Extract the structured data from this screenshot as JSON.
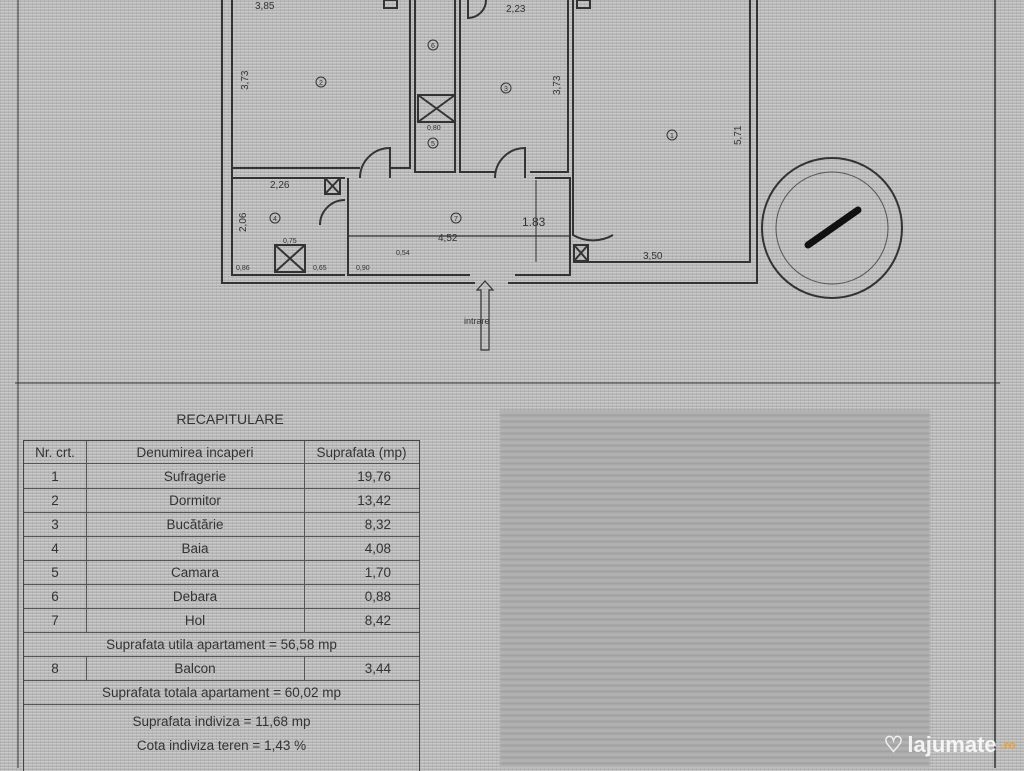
{
  "plan": {
    "dims": {
      "d385": "3,85",
      "d373a": "3,73",
      "d223": "2,23",
      "d373b": "3,73",
      "d571": "5,71",
      "d226": "2,26",
      "d206": "2,06",
      "d452": "4,52",
      "d183": "1.83",
      "d350": "3,50",
      "d080": "0,80",
      "d075": "0,75",
      "d086": "0,86",
      "d065": "0,65",
      "d090": "0,90",
      "d054": "0,54"
    },
    "rooms": [
      "1",
      "2",
      "3",
      "4",
      "5",
      "6",
      "7"
    ],
    "entrance": "intrare"
  },
  "recap": {
    "title": "RECAPITULARE",
    "headers": [
      "Nr. crt.",
      "Denumirea incaperi",
      "Suprafata (mp)"
    ],
    "rows": [
      {
        "nr": "1",
        "name": "Sufragerie",
        "area": "19,76"
      },
      {
        "nr": "2",
        "name": "Dormitor",
        "area": "13,42"
      },
      {
        "nr": "3",
        "name": "Bucătărie",
        "area": "8,32"
      },
      {
        "nr": "4",
        "name": "Baia",
        "area": "4,08"
      },
      {
        "nr": "5",
        "name": "Camara",
        "area": "1,70"
      },
      {
        "nr": "6",
        "name": "Debara",
        "area": "0,88"
      },
      {
        "nr": "7",
        "name": "Hol",
        "area": "8,42"
      }
    ],
    "useful_total": "Suprafata utila apartament =  56,58 mp",
    "balcony": {
      "nr": "8",
      "name": "Balcon",
      "area": "3,44"
    },
    "grand_total": "Suprafata totala apartament = 60,02 mp",
    "indiviza": "Suprafata indiviza = 11,68 mp",
    "cota": "Cota indiviza teren = 1,43 %"
  },
  "watermark": {
    "brand": "lajumate",
    "tld": ".ro"
  }
}
